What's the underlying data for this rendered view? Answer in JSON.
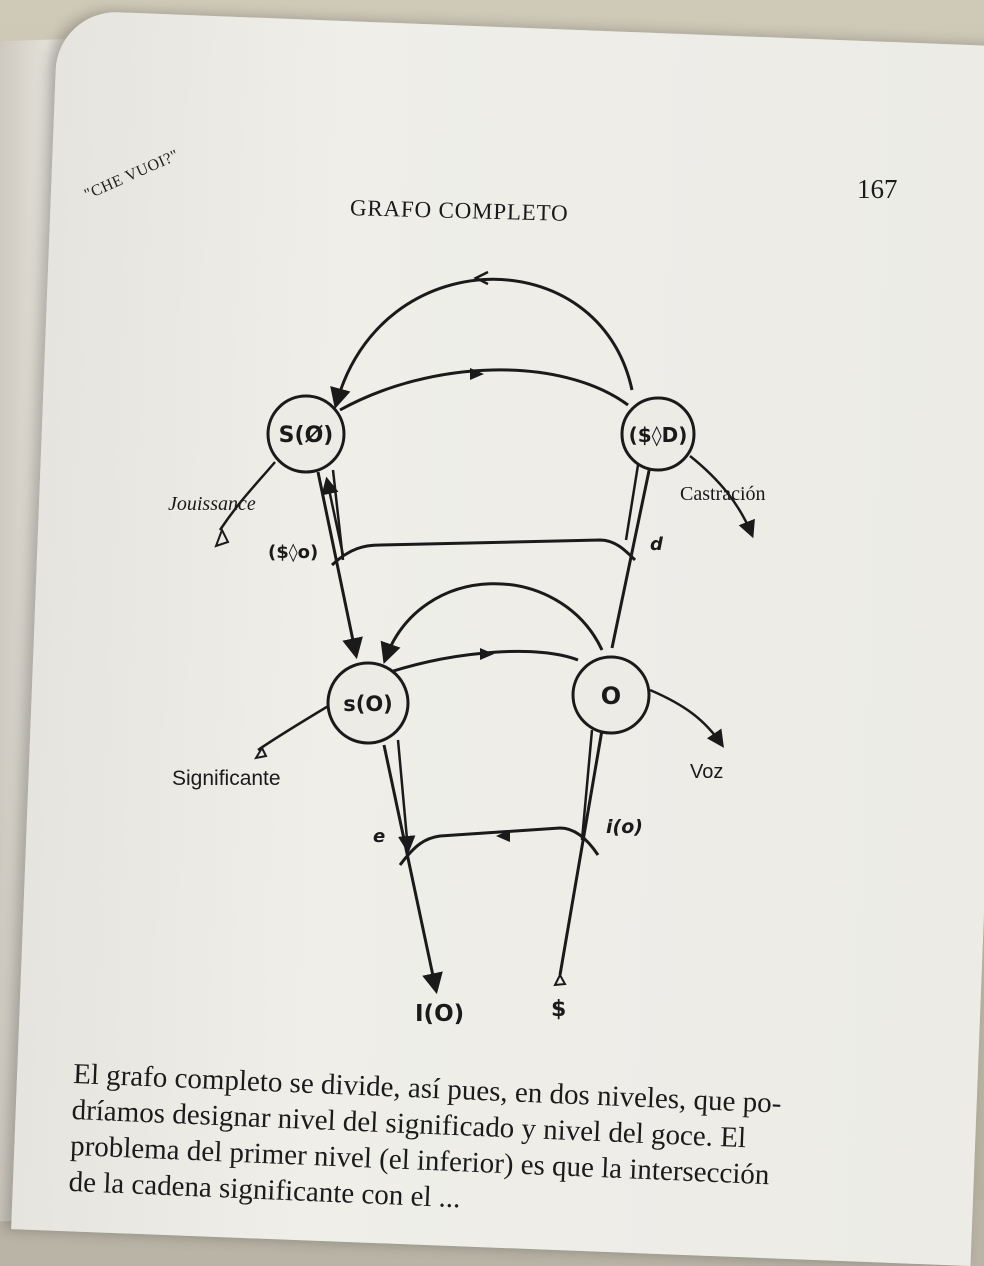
{
  "running_head": "\"CHE VUOI?\"",
  "page_number": "167",
  "figure_title": "GRAFO COMPLETO",
  "nodes": {
    "big_s": "S(Ø)",
    "drive": "($◊D)",
    "small_s": "s(O)",
    "other": "O"
  },
  "labels": {
    "jouissance": "Jouissance",
    "castracion": "Castración",
    "fantasy": "($◊o)",
    "d": "d",
    "significante": "Significante",
    "voz": "Voz",
    "e": "e",
    "io": "i(o)",
    "ideal": "I(O)",
    "subject": "$"
  },
  "body_lines": [
    "El grafo completo se divide, así pues, en dos niveles, que po-",
    "dríamos designar nivel del significado y nivel del goce. El",
    "problema del primer nivel (el inferior) es que la intersección",
    "de la cadena significante con el ..."
  ]
}
